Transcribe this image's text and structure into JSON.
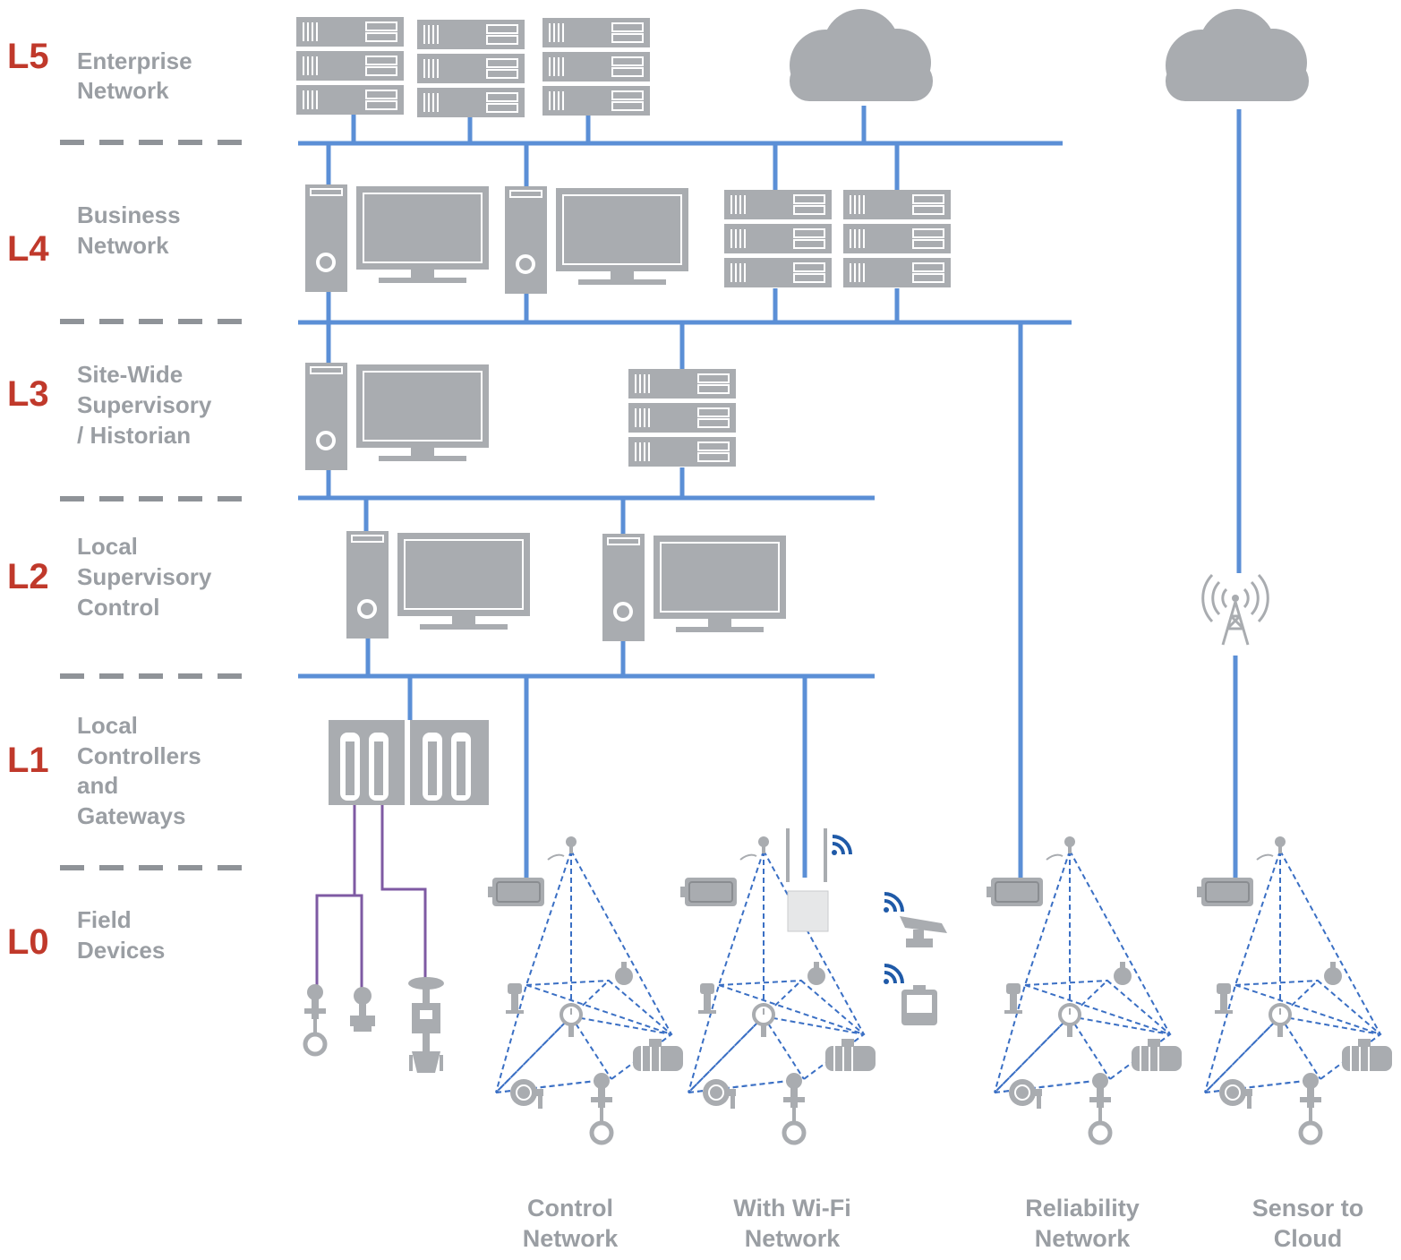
{
  "levels": [
    {
      "code": "L5",
      "lines": [
        "Enterprise",
        "Network"
      ]
    },
    {
      "code": "L4",
      "lines": [
        "Business",
        "Network"
      ]
    },
    {
      "code": "L3",
      "lines": [
        "Site-Wide",
        "Supervisory",
        "/ Historian"
      ]
    },
    {
      "code": "L2",
      "lines": [
        "Local",
        "Supervisory",
        "Control"
      ]
    },
    {
      "code": "L1",
      "lines": [
        "Local",
        "Controllers",
        "and",
        "Gateways"
      ]
    },
    {
      "code": "L0",
      "lines": [
        "Field",
        "Devices"
      ]
    }
  ],
  "networks": [
    {
      "lines": [
        "Control",
        "Network"
      ]
    },
    {
      "lines": [
        "With Wi-Fi",
        "Network"
      ]
    },
    {
      "lines": [
        "Reliability",
        "Network"
      ]
    },
    {
      "lines": [
        "Sensor to",
        "Cloud"
      ]
    }
  ],
  "colors": {
    "level_code": "#c0392b",
    "label_text": "#9a9ea3",
    "network_bus": "#5b8fd6",
    "mesh_link": "#3a6fc4",
    "wired_link": "#7e5aa3",
    "device": "#a9acb0"
  },
  "icons": [
    "server-rack-icon",
    "cloud-icon",
    "workstation-icon",
    "controller-icon",
    "gateway-icon",
    "transmitter-icon",
    "valve-icon",
    "cell-tower-icon",
    "wifi-signal-icon",
    "camera-icon",
    "handheld-icon"
  ]
}
